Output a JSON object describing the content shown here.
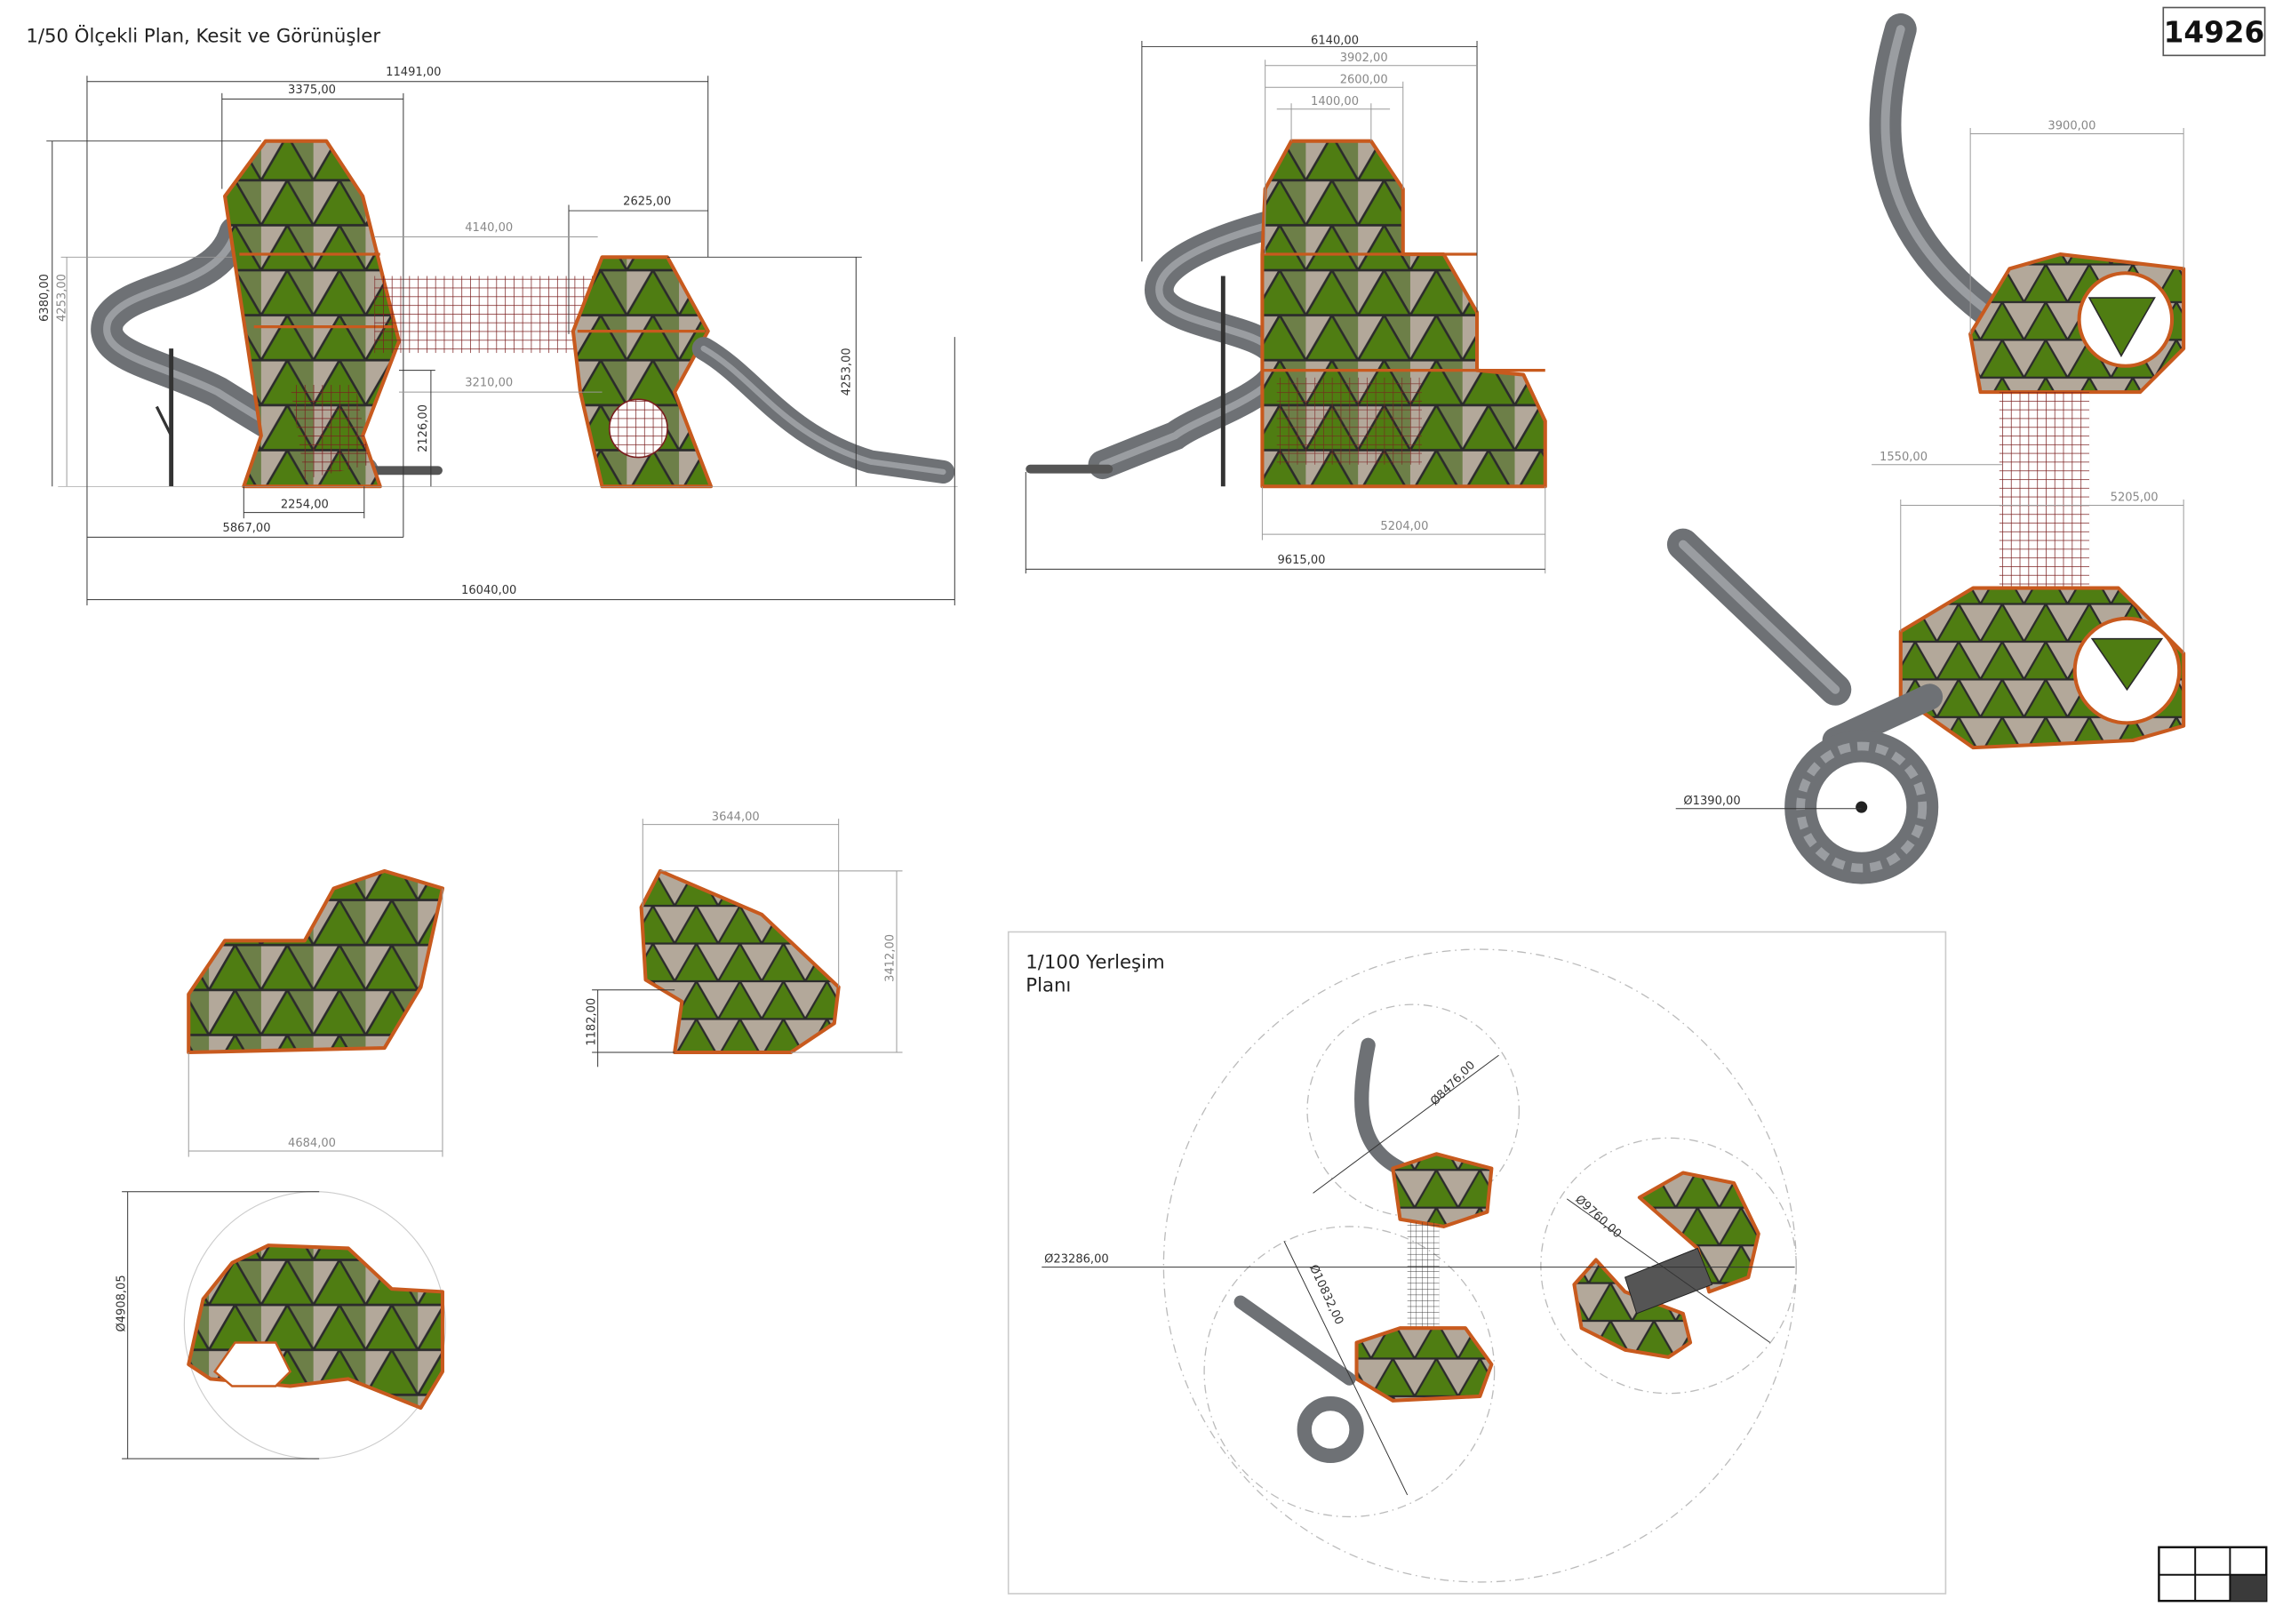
{
  "sheet": {
    "title": "1/50 Ölçekli Plan, Kesit ve Görünüşler",
    "drawing_number": "14926"
  },
  "front_elevation": {
    "dims": {
      "overall_top": "11491,00",
      "left_tower_width": "3375,00",
      "right_tower_width": "2625,00",
      "net_length": "4140,00",
      "net_clear": "3210,00",
      "net_height": "2126,00",
      "total_height": "6380,00",
      "left_platform_height": "4253,00",
      "right_tower_height": "4253,00",
      "tower_base": "2254,00",
      "left_span": "5867,00",
      "overall_length": "16040,00"
    }
  },
  "side_elevation": {
    "dims": {
      "overall_top": "6140,00",
      "d1": "3902,00",
      "d2": "2600,00",
      "d3": "1400,00",
      "base": "5204,00",
      "overall_length": "9615,00"
    }
  },
  "plan_view": {
    "dims": {
      "top_pod": "3900,00",
      "net_width": "1550,00",
      "bottom_pod": "5205,00",
      "spiral_diameter": "Ø1390,00"
    }
  },
  "detail_views": {
    "dims": {
      "iso_width": "4684,00",
      "side_width": "3644,00",
      "side_height": "3412,00",
      "side_opening": "1182,00",
      "bottom_diameter": "Ø4908,05"
    }
  },
  "site_plan": {
    "title_line1": "1/100 Yerleşim",
    "title_line2": "Planı",
    "dims": {
      "overall": "Ø23286,00",
      "zone_a": "Ø8476,00",
      "zone_b": "Ø10832,00",
      "zone_c": "Ø9760,00"
    }
  },
  "colors": {
    "panel_green": "#4f7d12",
    "panel_tan": "#b3a89a",
    "frame_orange": "#c85a1e",
    "slide_gray": "#6e7175",
    "net_red": "#7a1f1f"
  }
}
